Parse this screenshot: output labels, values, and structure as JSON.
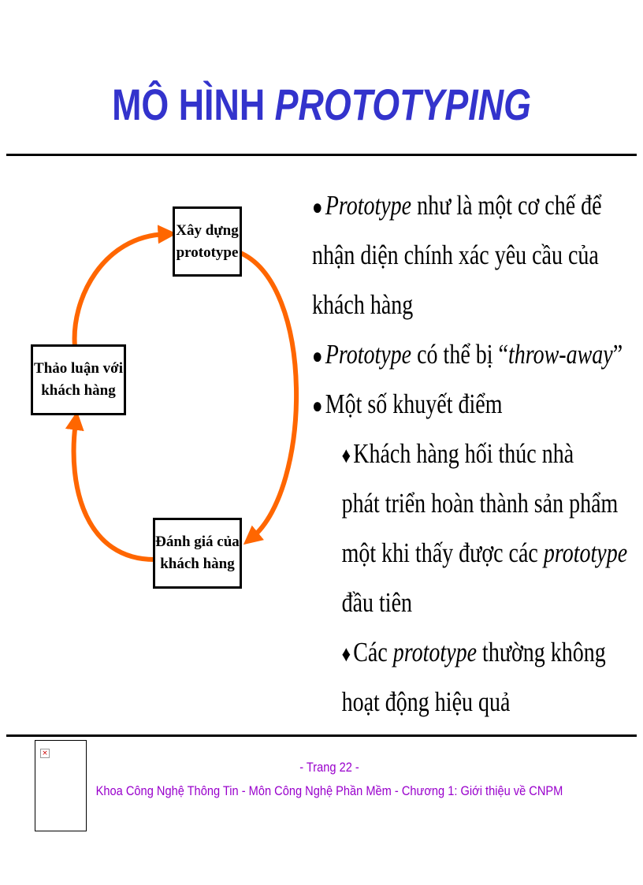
{
  "slide": {
    "title_normal": "MÔ HÌNH ",
    "title_italic": "PROTOTYPING"
  },
  "diagram": {
    "box_build": [
      "Xây dựng",
      "prototype"
    ],
    "box_discuss": [
      "Thảo luận với",
      "khách hàng"
    ],
    "box_evaluate": [
      "Đánh giá của",
      "khách hàng"
    ],
    "arrow_color": "#ff6600"
  },
  "content": {
    "bullet_symbol": "●",
    "sub_bullet_symbol": "♦",
    "b1_italic": "Prototype",
    "b1_text": " như là một cơ chế để",
    "b1_line2": "nhận diện chính xác yêu cầu của",
    "b1_line3": "khách hàng",
    "b2_italic": "Prototype",
    "b2_text": " có thể bị “",
    "b2_italic2": "throw-away",
    "b2_end": "”",
    "b3_text": "Một số khuyết điểm",
    "s1_line1": "Khách hàng hối thúc nhà",
    "s1_line2": "phát triển hoàn thành sản phẩm",
    "s1_line3_text": "một khi thấy được các ",
    "s1_line3_italic": "prototype",
    "s1_line4": "đầu tiên",
    "s2_text1": "Các ",
    "s2_italic": "prototype",
    "s2_text2": " thường không",
    "s2_line2": "hoạt động hiệu quả"
  },
  "footer": {
    "page_label": "- Trang 22 -",
    "course_line": "Khoa Công Nghệ Thông Tin - Môn Công Nghệ Phần Mềm - Chương 1: Giới thiệu về CNPM",
    "broken_image_icon": "×"
  },
  "colors": {
    "title": "#3333cc",
    "footer": "#9900cc",
    "arrow": "#ff6600"
  }
}
